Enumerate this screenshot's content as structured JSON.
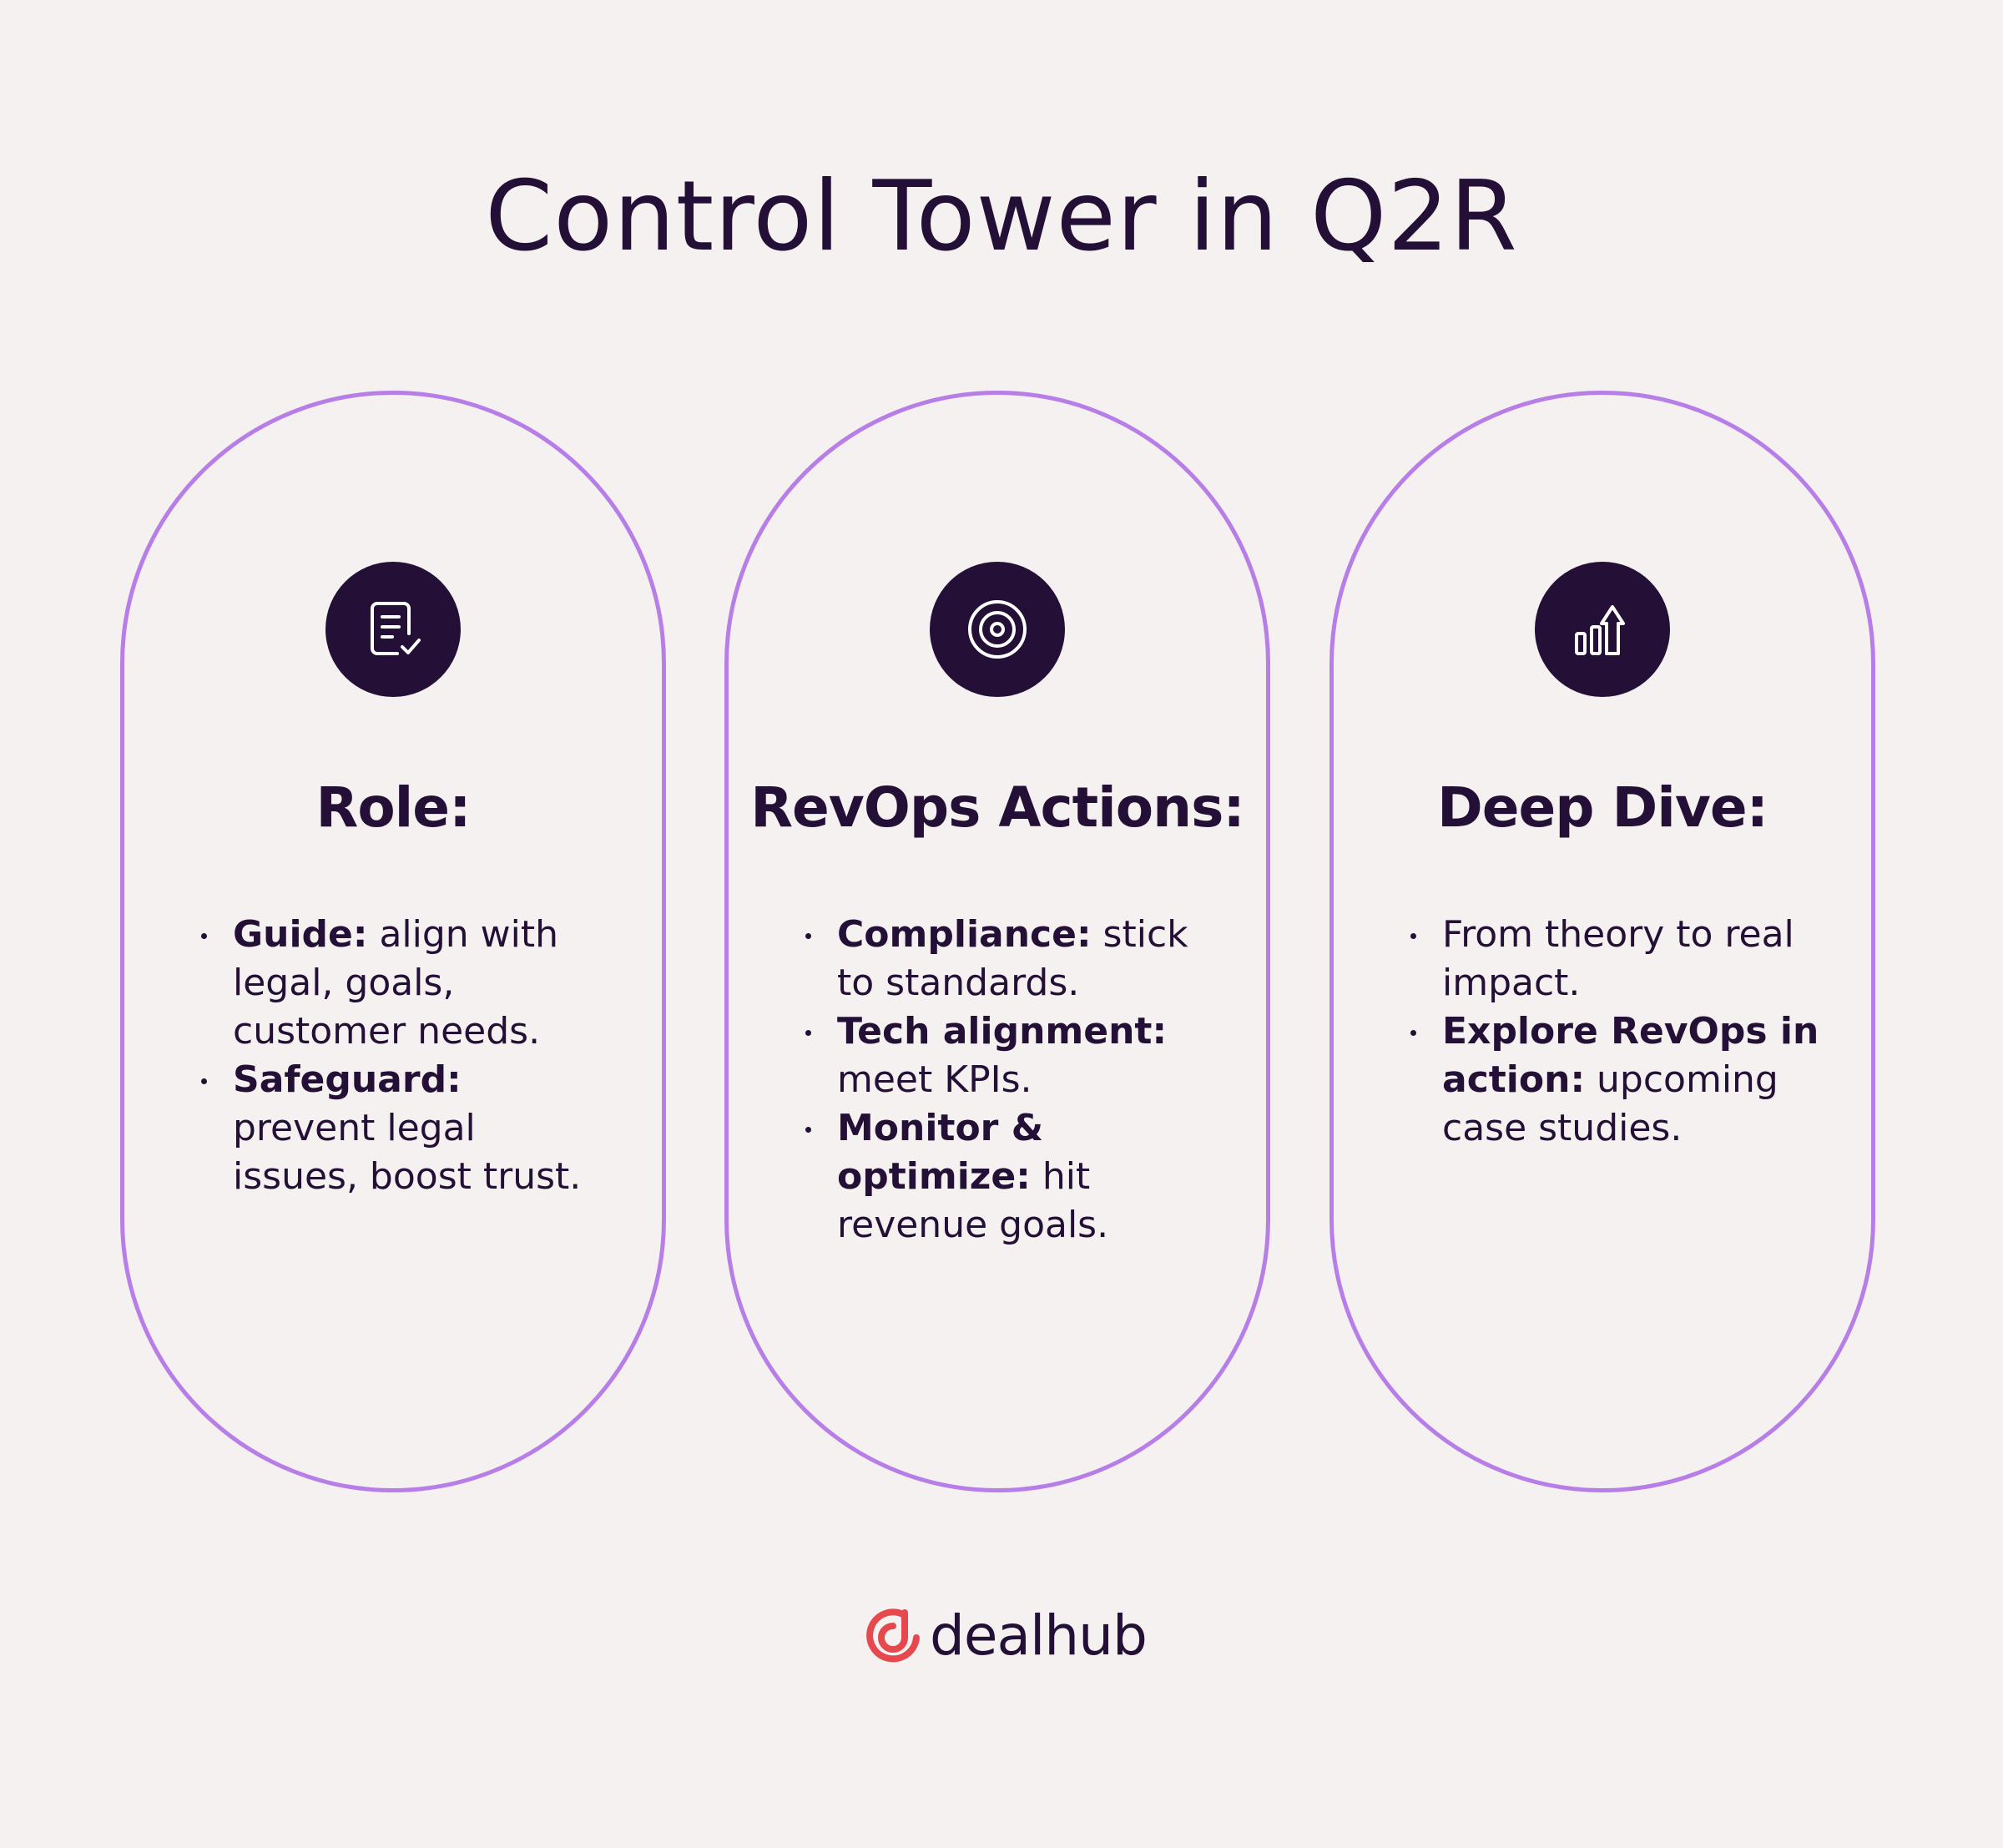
{
  "title": "Control Tower in Q2R",
  "colors": {
    "accent": "#b77ee8",
    "ink": "#241036",
    "background": "#f4f1f0",
    "brand": "#e5484d"
  },
  "cards": [
    {
      "icon": "document-check-icon",
      "heading": "Role:",
      "items": [
        {
          "bold": "Guide:",
          "text": " align with legal, goals, customer needs."
        },
        {
          "bold": "Safeguard:",
          "text": " prevent legal issues, boost trust."
        }
      ]
    },
    {
      "icon": "target-icon",
      "heading": "RevOps Actions:",
      "items": [
        {
          "bold": "Compliance:",
          "text": " stick to standards."
        },
        {
          "bold": "Tech alignment:",
          "text": " meet KPIs."
        },
        {
          "bold": "Monitor & optimize:",
          "text": " hit revenue goals."
        }
      ]
    },
    {
      "icon": "growth-chart-icon",
      "heading": "Deep Dive:",
      "items": [
        {
          "bold": "",
          "text": "From theory to real impact."
        },
        {
          "bold": "Explore RevOps in action:",
          "text": " upcoming case studies."
        }
      ]
    }
  ],
  "logo": {
    "text": "dealhub",
    "icon": "dealhub-logo-icon"
  }
}
